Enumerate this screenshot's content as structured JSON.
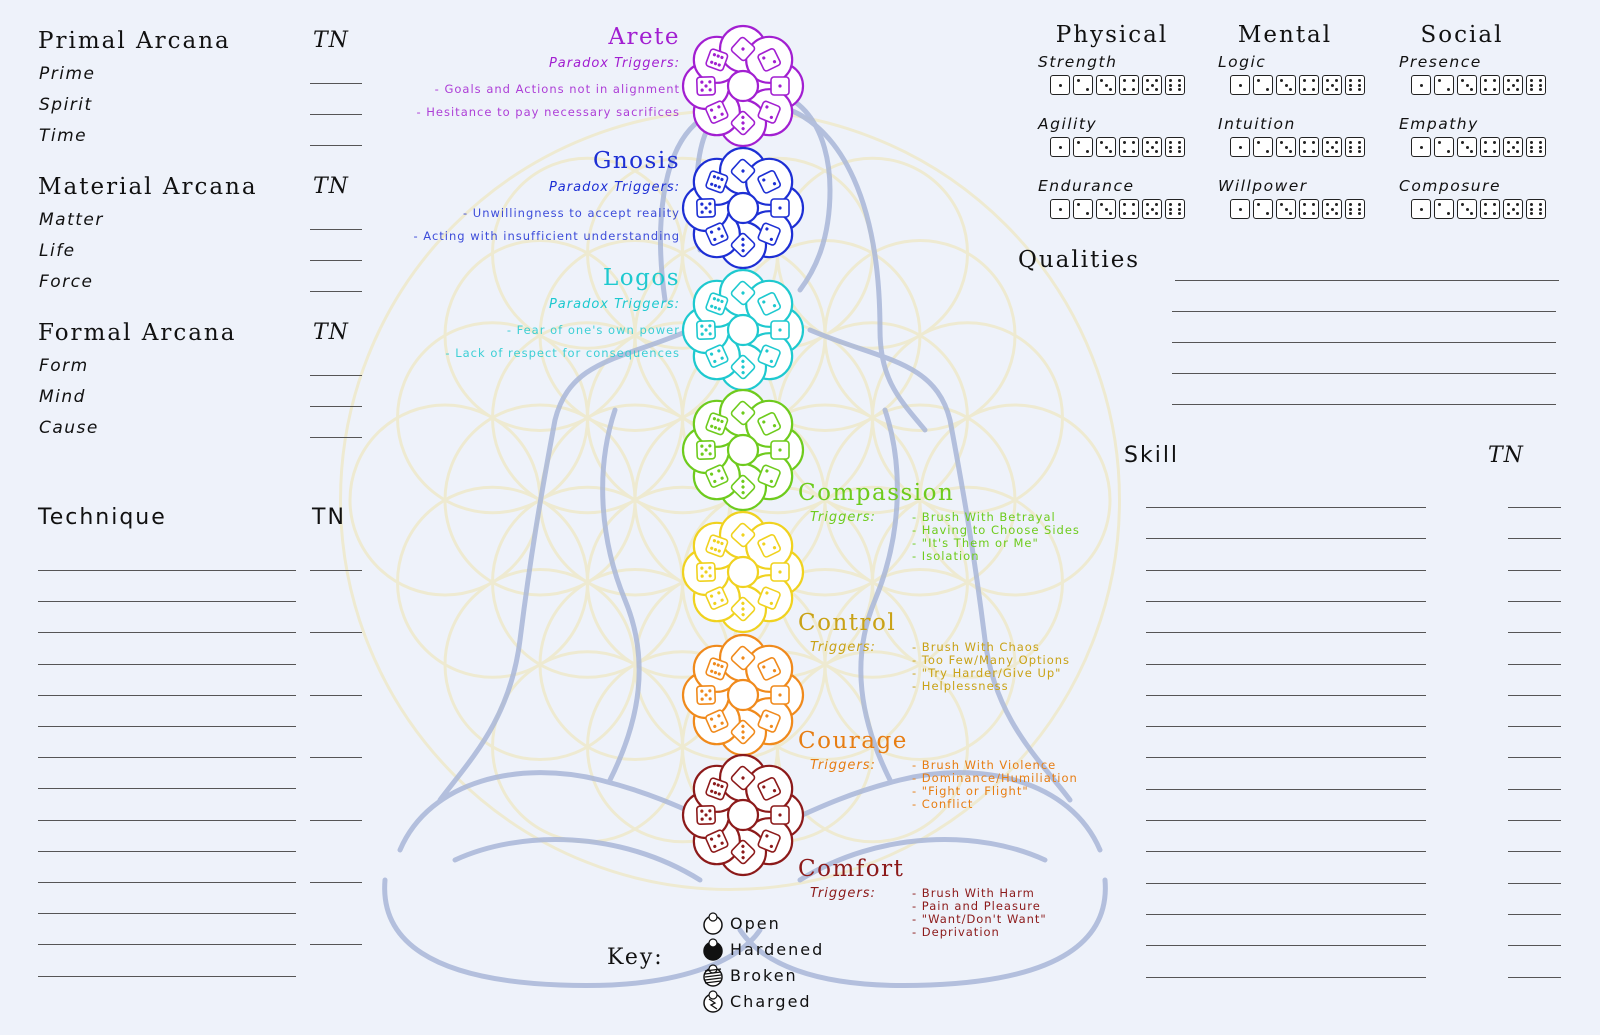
{
  "arcana": [
    {
      "title": "Primal Arcana",
      "tn": "TN",
      "items": [
        "Prime",
        "Spirit",
        "Time"
      ]
    },
    {
      "title": "Material Arcana",
      "tn": "TN",
      "items": [
        "Matter",
        "Life",
        "Force"
      ]
    },
    {
      "title": "Formal Arcana",
      "tn": "TN",
      "items": [
        "Form",
        "Mind",
        "Cause"
      ]
    }
  ],
  "technique": {
    "title": "Technique",
    "tn": "TN",
    "rows": 14
  },
  "chakras": [
    {
      "name": "Arete",
      "color": "#a21fd1",
      "trigger_head": "Paradox Triggers:",
      "triggers": [
        "- Goals and Actions not in alignment",
        "- Hesitance to pay necessary sacrifices"
      ]
    },
    {
      "name": "Gnosis",
      "color": "#1d2fd4",
      "trigger_head": "Paradox Triggers:",
      "triggers": [
        "- Unwillingness to accept reality",
        "- Acting with insufficient understanding"
      ]
    },
    {
      "name": "Logos",
      "color": "#1ec9cf",
      "trigger_head": "Paradox Triggers:",
      "triggers": [
        "- Fear of one's own power",
        "- Lack of respect for consequences"
      ]
    },
    {
      "name": "Compassion",
      "color": "#6ecb1d",
      "trigger_head": "Triggers:",
      "triggers": [
        "- Brush With Betrayal",
        "- Having to Choose Sides",
        "- \"It's Them or Me\"",
        "- Isolation"
      ]
    },
    {
      "name": "Control",
      "color": "#c9a216",
      "trigger_head": "Triggers:",
      "triggers": [
        "- Brush With Chaos",
        "- Too Few/Many Options",
        "- \"Try Harder/Give Up\"",
        "- Helplessness"
      ]
    },
    {
      "name": "Courage",
      "color": "#e77d12",
      "trigger_head": "Triggers:",
      "triggers": [
        "- Brush With Violence",
        "- Dominance/Humiliation",
        "- \"Fight or Flight\"",
        "- Conflict"
      ]
    },
    {
      "name": "Comfort",
      "color": "#8c1a1a",
      "trigger_head": "Triggers:",
      "triggers": [
        "- Brush With Harm",
        "- Pain and Pleasure",
        "- \"Want/Don't Want\"",
        "- Deprivation"
      ]
    }
  ],
  "flower_colors": [
    "#a21fd1",
    "#1d2fd4",
    "#1ec9cf",
    "#6ecb1d",
    "#f0d21f",
    "#f08a1c",
    "#8c1a1a"
  ],
  "attributes": [
    {
      "category": "Physical",
      "items": [
        "Strength",
        "Agility",
        "Endurance"
      ]
    },
    {
      "category": "Mental",
      "items": [
        "Logic",
        "Intuition",
        "Willpower"
      ]
    },
    {
      "category": "Social",
      "items": [
        "Presence",
        "Empathy",
        "Composure"
      ]
    }
  ],
  "qualities": {
    "title": "Qualities",
    "rows": 5
  },
  "skill": {
    "title": "Skill",
    "tn": "TN",
    "rows": 16
  },
  "key": {
    "title": "Key:",
    "items": [
      "Open",
      "Hardened",
      "Broken",
      "Charged"
    ]
  }
}
